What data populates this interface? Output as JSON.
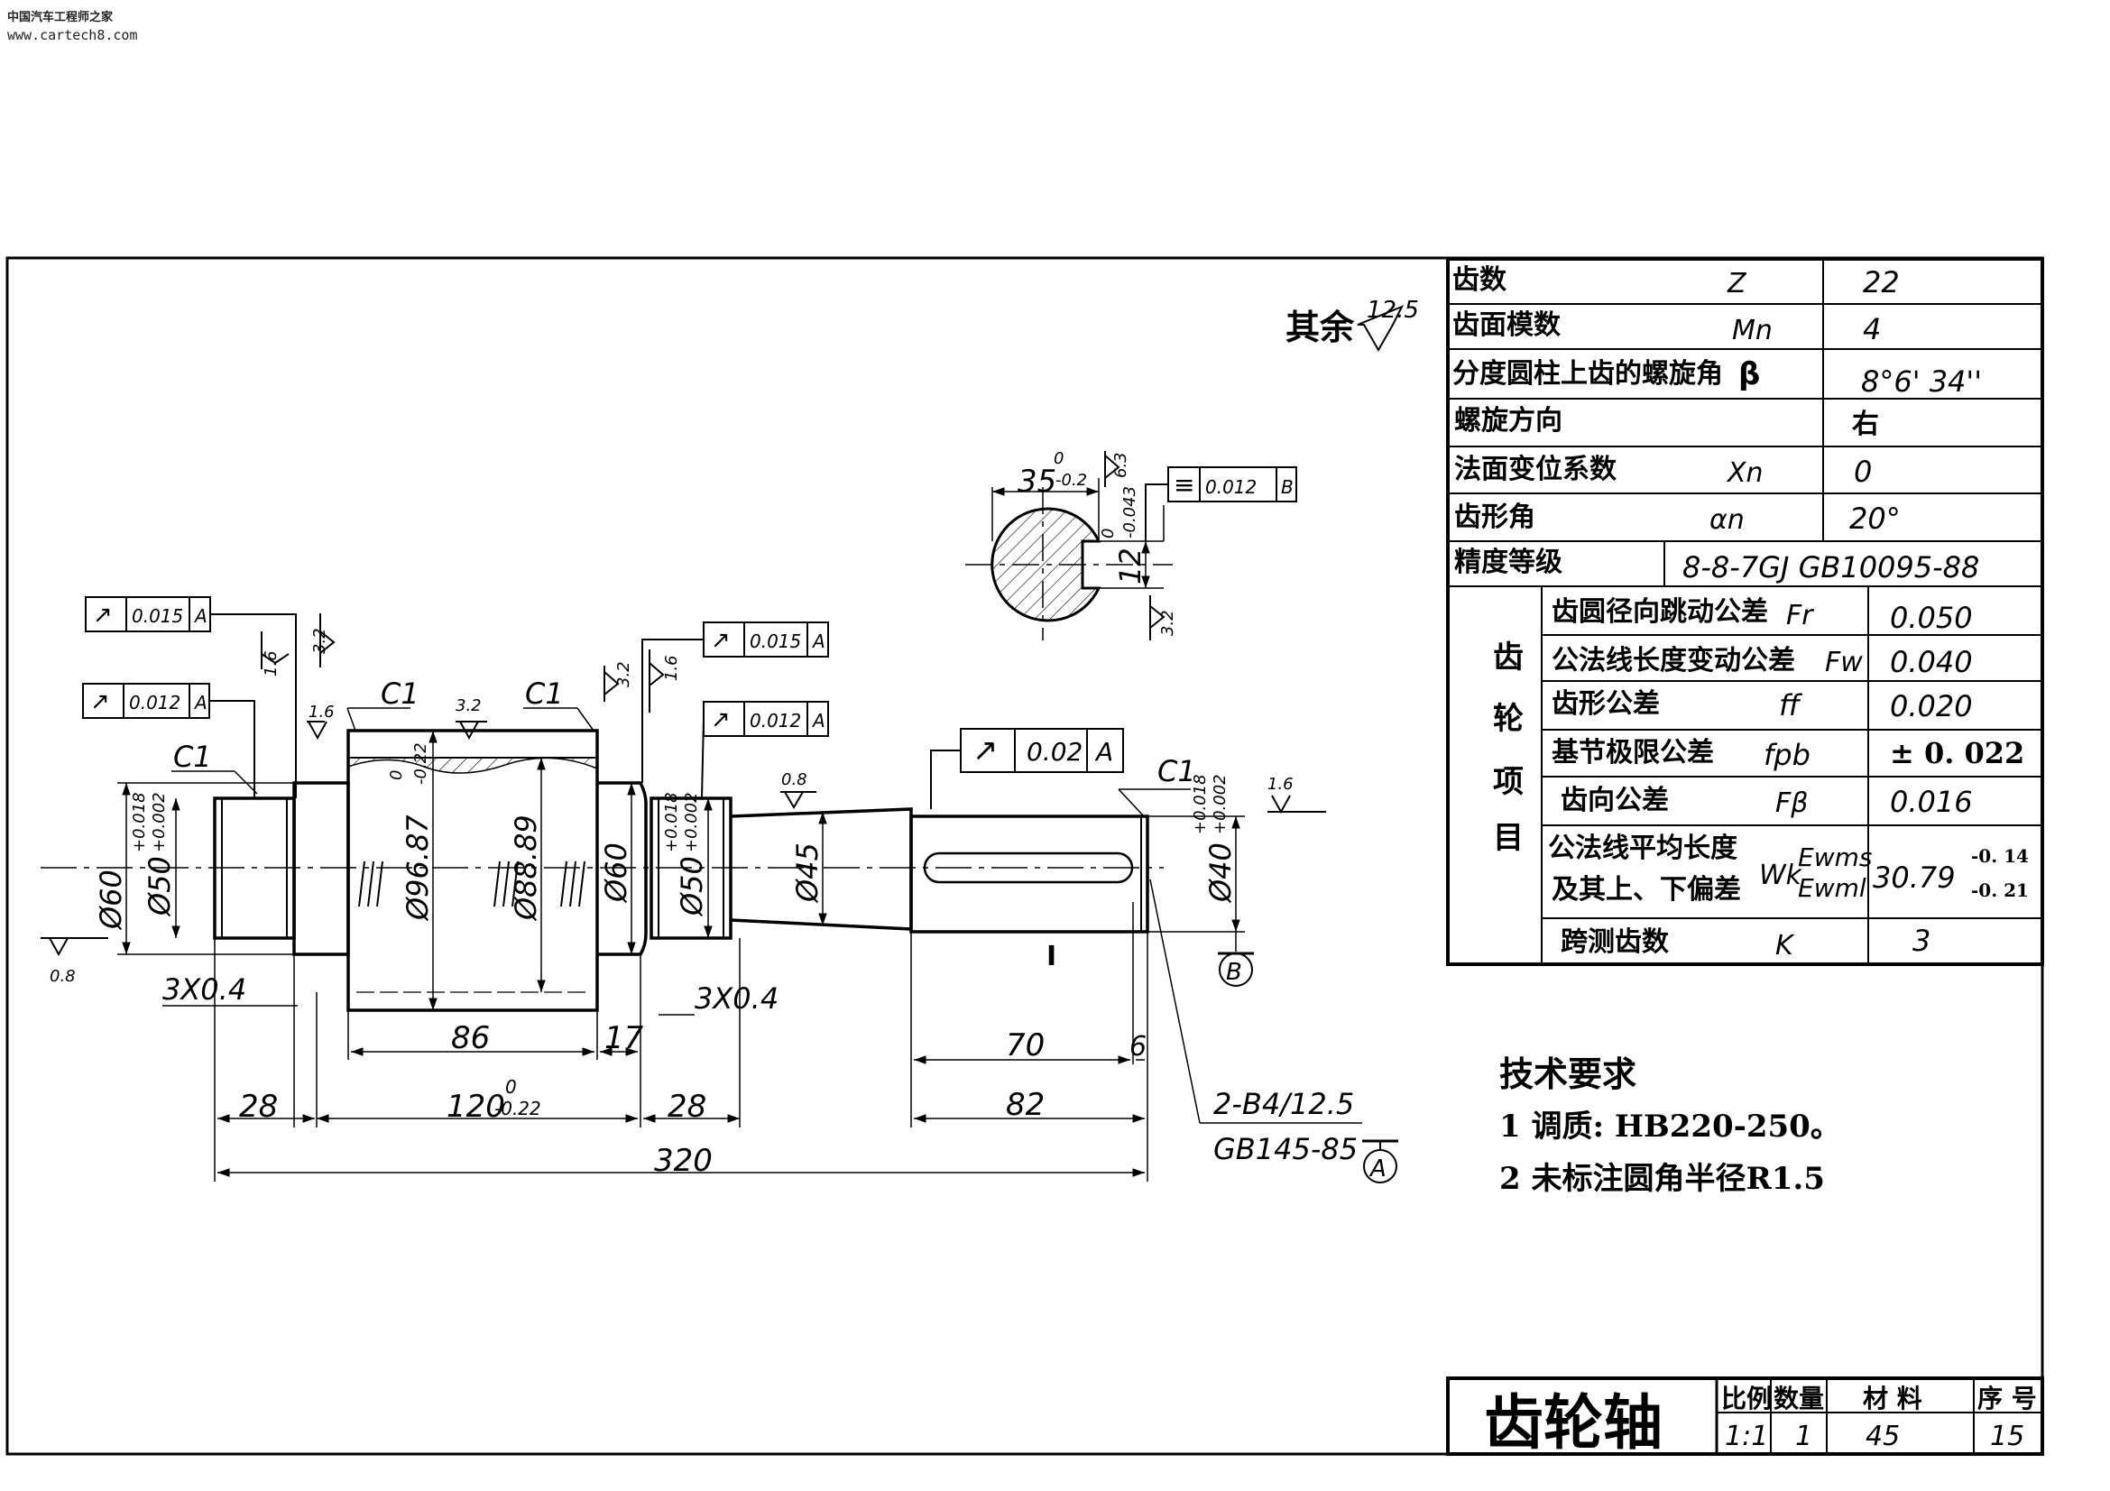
{
  "watermark": {
    "name": "中国汽车工程师之家",
    "url": "www.cartech8.com"
  },
  "roughness_note": {
    "prefix": "其余",
    "value": "12.5"
  },
  "param_table": {
    "rows": [
      {
        "label": "齿数",
        "symbol": "Z",
        "value": "22"
      },
      {
        "label": "齿面模数",
        "symbol": "Mn",
        "value": "4"
      },
      {
        "label": "分度圆柱上齿的螺旋角",
        "symbol": "β",
        "value": "8°6' 34''"
      },
      {
        "label": "螺旋方向",
        "symbol": "",
        "value": "右"
      },
      {
        "label": "法面变位系数",
        "symbol": "Xn",
        "value": "0"
      },
      {
        "label": "齿形角",
        "symbol": "αn",
        "value": "20°"
      },
      {
        "label": "精度等级",
        "symbol": "",
        "value": "8-8-7GJ  GB10095-88"
      }
    ],
    "group_label": [
      "齿",
      "轮",
      "项",
      "目"
    ],
    "sub_rows": [
      {
        "label": "齿圆径向跳动公差",
        "symbol": "Fr",
        "value": "0.050"
      },
      {
        "label": "公法线长度变动公差",
        "symbol": "Fw",
        "value": "0.040"
      },
      {
        "label": "齿形公差",
        "symbol": "ff",
        "value": "0.020"
      },
      {
        "label": "基节极限公差",
        "symbol": "fpb",
        "value": "± 0. 022"
      },
      {
        "label": "齿向公差",
        "symbol": "Fβ",
        "value": "0.016"
      }
    ],
    "wk_row": {
      "label1": "公法线平均长度",
      "label2": "及其上、下偏差",
      "symbol": "Wk",
      "sym_upper": "Ewms",
      "sym_lower": "Ewml",
      "value": "30.79",
      "upper": "-0. 14",
      "lower": "-0. 21"
    },
    "k_row": {
      "label": "跨测齿数",
      "symbol": "K",
      "value": "3"
    }
  },
  "tech_requirements": {
    "title": "技术要求",
    "items": [
      "1  调质: HB220-250。",
      "2  未标注圆角半径R1.5"
    ]
  },
  "title_block": {
    "name": "齿轮轴",
    "headers": [
      "比例",
      "数量",
      "材  料",
      "序 号"
    ],
    "values": [
      "1:1",
      "1",
      "45",
      "15"
    ]
  },
  "dimensions": {
    "len_28a": "28",
    "len_120": "120",
    "len_120_tol_up": "0",
    "len_120_tol_low": "-0.22",
    "len_28b": "28",
    "len_320": "320",
    "len_86": "86",
    "len_17": "17",
    "len_70": "70",
    "len_6": "6",
    "len_82": "82",
    "groove_left": "3X0.4",
    "groove_right": "3X0.4",
    "d60_left": "Ø60",
    "d50_left": "Ø50",
    "d50_tol_up": "+0.018",
    "d50_tol_low": "+0.002",
    "d96": "Ø96.87",
    "d96_tol_up": "0",
    "d96_tol_low": "-0.22",
    "d88": "Ø88.89",
    "d60_right": "Ø60",
    "d50_right": "Ø50",
    "d50r_tol_up": "+0.018",
    "d50r_tol_low": "+0.002",
    "d45": "Ø45",
    "d40": "Ø40",
    "d40_tol_up": "+0.018",
    "d40_tol_low": "+0.002",
    "chamfers": [
      "C1",
      "C1",
      "C1",
      "C1"
    ],
    "center_hole": "2-B4/12.5",
    "center_hole_std": "GB145-85",
    "key_width": "35",
    "key_width_tol_up": "0",
    "key_width_tol_low": "-0.2",
    "key_slot": "12",
    "key_slot_tol_up": "0",
    "key_slot_tol_low": "-0.043",
    "section_mark": "I"
  },
  "datums": {
    "a": "A",
    "b": "B"
  },
  "roughness_marks": [
    "0.8",
    "1.6",
    "3.2",
    "1.6",
    "3.2",
    "3.2",
    "1.6",
    "0.8",
    "1.6",
    "6.3",
    "3.2"
  ],
  "tolerance_frames": [
    {
      "symbol": "↗",
      "value": "0.015",
      "datum": "A"
    },
    {
      "symbol": "↗",
      "value": "0.012",
      "datum": "A"
    },
    {
      "symbol": "↗",
      "value": "0.015",
      "datum": "A"
    },
    {
      "symbol": "↗",
      "value": "0.012",
      "datum": "A"
    },
    {
      "symbol": "↗",
      "value": "0.02",
      "datum": "A"
    },
    {
      "symbol": "≡",
      "value": "0.012",
      "datum": "B"
    }
  ]
}
